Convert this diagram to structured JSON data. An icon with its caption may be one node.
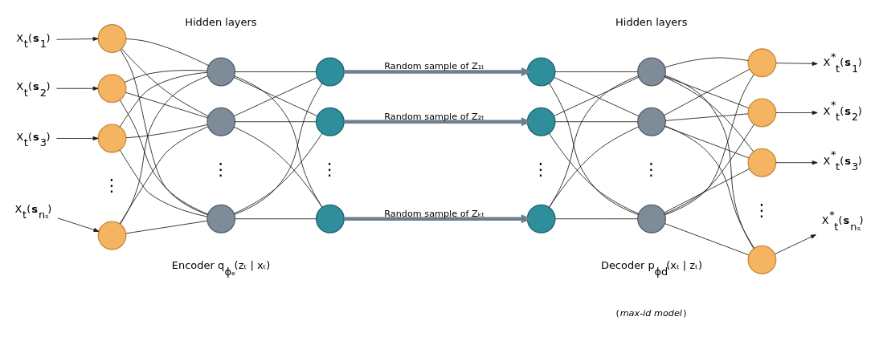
{
  "diagram": {
    "nodes": [
      {
        "text": [
          "X$_{t}$(**s**$_{1}$)"
        ]
      },
      {
        "text": [
          "X$_{t}$(**s**$_{2}$)"
        ]
      },
      {
        "text": [
          "X$_{t}$(**s**$_{3}$)"
        ]
      },
      {
        "text": [
          "X$_{t}$(**s**$_{nₛ}$)"
        ]
      },
      {
        "text": [],
        "shape": "circle"
      },
      {
        "text": [],
        "shape": "circle"
      },
      {
        "text": [],
        "shape": "circle"
      },
      {
        "text": [],
        "shape": "circle"
      },
      {
        "text": [],
        "shape": "circle"
      },
      {
        "text": [],
        "shape": "circle"
      },
      {
        "text": [],
        "shape": "circle"
      },
      {
        "text": [],
        "shape": "circle"
      },
      {
        "text": [],
        "shape": "circle"
      },
      {
        "text": [],
        "shape": "circle"
      },
      {
        "text": [],
        "shape": "circle"
      },
      {
        "text": [],
        "shape": "circle"
      },
      {
        "text": [],
        "shape": "circle"
      },
      {
        "text": [],
        "shape": "circle"
      },
      {
        "text": [],
        "shape": "circle"
      },
      {
        "text": [],
        "shape": "circle"
      },
      {
        "text": [],
        "shape": "circle"
      },
      {
        "text": [],
        "shape": "circle"
      },
      {
        "text": [],
        "shape": "circle"
      },
      {
        "text": [],
        "shape": "circle"
      },
      {
        "text": [
          "X$^{*}$$_{t}$(**s**$_{1}$)"
        ]
      },
      {
        "text": [
          "X$^{*}$$_{t}$(**s**$_{2}$)"
        ]
      },
      {
        "text": [
          "X$^{*}$$_{t}$(**s**$_{3}$)"
        ]
      },
      {
        "text": [
          "X$^{*}$$_{t}$(**s**$_{nₛ}$)"
        ]
      }
    ],
    "edges": [
      {
        "from": 0,
        "to": 4,
        "arrow": "to"
      },
      {
        "from": 1,
        "to": 5,
        "arrow": "to"
      },
      {
        "from": 2,
        "to": 6,
        "arrow": "to"
      },
      {
        "from": 3,
        "to": 7,
        "arrow": "to"
      },
      {
        "from": 4,
        "to": 8,
        "arrow": "none"
      },
      {
        "from": 4,
        "to": 9,
        "arrow": "none"
      },
      {
        "from": 4,
        "to": 10,
        "arrow": "none"
      },
      {
        "from": 5,
        "to": 8,
        "arrow": "none"
      },
      {
        "from": 5,
        "to": 9,
        "arrow": "none"
      },
      {
        "from": 5,
        "to": 10,
        "arrow": "none"
      },
      {
        "from": 6,
        "to": 8,
        "arrow": "none"
      },
      {
        "from": 6,
        "to": 9,
        "arrow": "none"
      },
      {
        "from": 6,
        "to": 10,
        "arrow": "none"
      },
      {
        "from": 7,
        "to": 8,
        "arrow": "none"
      },
      {
        "from": 7,
        "to": 9,
        "arrow": "none"
      },
      {
        "from": 7,
        "to": 10,
        "arrow": "none"
      },
      {
        "from": 8,
        "to": 11,
        "arrow": "none"
      },
      {
        "from": 8,
        "to": 12,
        "arrow": "none"
      },
      {
        "from": 8,
        "to": 13,
        "arrow": "none"
      },
      {
        "from": 9,
        "to": 11,
        "arrow": "none"
      },
      {
        "from": 9,
        "to": 12,
        "arrow": "none"
      },
      {
        "from": 9,
        "to": 13,
        "arrow": "none"
      },
      {
        "from": 10,
        "to": 11,
        "arrow": "none"
      },
      {
        "from": 10,
        "to": 12,
        "arrow": "none"
      },
      {
        "from": 10,
        "to": 13,
        "arrow": "none"
      },
      {
        "from": 11,
        "to": 14,
        "arrow": "to",
        "label": "Random sample of Z₁ₜ",
        "style": "thick",
        "color": "#6e7f8d"
      },
      {
        "from": 12,
        "to": 15,
        "arrow": "to",
        "label": "Random sample of Z₂ₜ",
        "style": "thick",
        "color": "#6e7f8d"
      },
      {
        "from": 13,
        "to": 16,
        "arrow": "to",
        "label": "Random sample of Zₖₜ",
        "style": "thick",
        "color": "#6e7f8d"
      },
      {
        "from": 14,
        "to": 17,
        "arrow": "none"
      },
      {
        "from": 14,
        "to": 18,
        "arrow": "none"
      },
      {
        "from": 14,
        "to": 19,
        "arrow": "none"
      },
      {
        "from": 15,
        "to": 17,
        "arrow": "none"
      },
      {
        "from": 15,
        "to": 18,
        "arrow": "none"
      },
      {
        "from": 15,
        "to": 19,
        "arrow": "none"
      },
      {
        "from": 16,
        "to": 17,
        "arrow": "none"
      },
      {
        "from": 16,
        "to": 18,
        "arrow": "none"
      },
      {
        "from": 16,
        "to": 19,
        "arrow": "none"
      },
      {
        "from": 17,
        "to": 20,
        "arrow": "none"
      },
      {
        "from": 17,
        "to": 21,
        "arrow": "none"
      },
      {
        "from": 17,
        "to": 22,
        "arrow": "none"
      },
      {
        "from": 17,
        "to": 23,
        "arrow": "none"
      },
      {
        "from": 18,
        "to": 20,
        "arrow": "none"
      },
      {
        "from": 18,
        "to": 21,
        "arrow": "none"
      },
      {
        "from": 18,
        "to": 22,
        "arrow": "none"
      },
      {
        "from": 18,
        "to": 23,
        "arrow": "none"
      },
      {
        "from": 19,
        "to": 20,
        "arrow": "none"
      },
      {
        "from": 19,
        "to": 21,
        "arrow": "none"
      },
      {
        "from": 19,
        "to": 22,
        "arrow": "none"
      },
      {
        "from": 19,
        "to": 23,
        "arrow": "none"
      },
      {
        "from": 20,
        "to": 24,
        "arrow": "to"
      },
      {
        "from": 21,
        "to": 25,
        "arrow": "to"
      },
      {
        "from": 22,
        "to": 26,
        "arrow": "to"
      },
      {
        "from": 23,
        "to": 27,
        "arrow": "to"
      }
    ],
    "labels": [
      "Hidden layers",
      "Hidden layers",
      "⋮",
      "⋮",
      "⋮",
      "⋮",
      "⋮",
      "⋮",
      "Encoder q$_{ϕₑ}$(zₜ | xₜ)",
      "Decoder p$_{ϕd}$(xₜ | zₜ)",
      "(*max-id model*)"
    ]
  }
}
